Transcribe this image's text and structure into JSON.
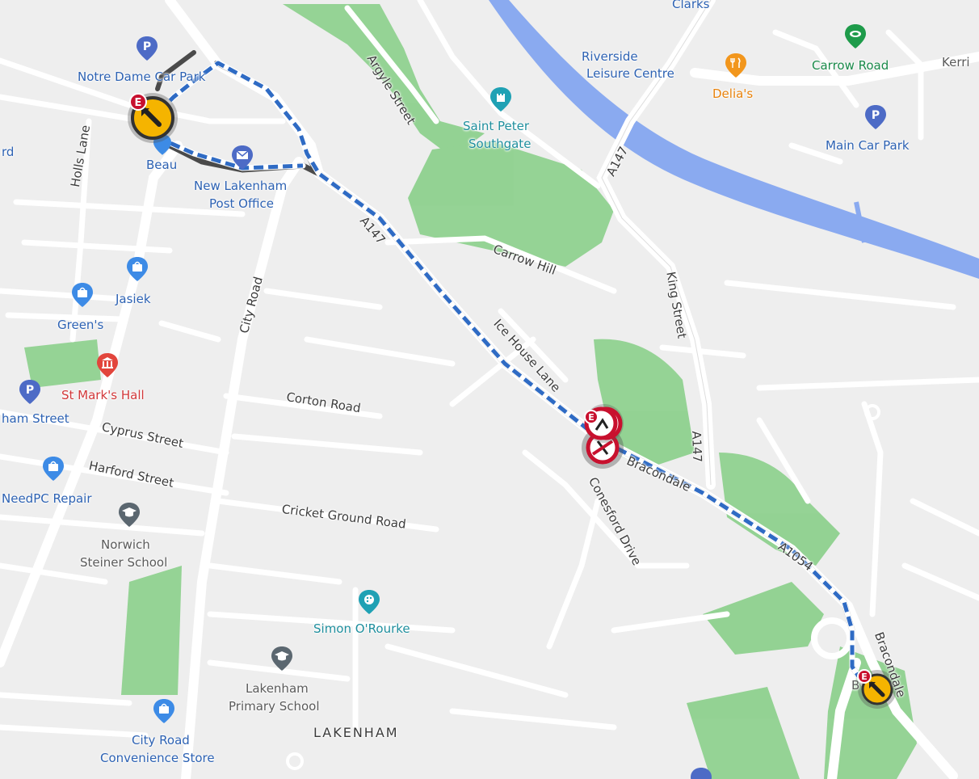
{
  "colors": {
    "land": "#eeeeee",
    "park": "#8fd18f",
    "water": "#8aaaf0",
    "road": "#ffffff",
    "route_blue": "#2f6bc4",
    "route_dark": "#4a4a4a",
    "parking": "#4d6bc6",
    "shop": "#3d8be6",
    "landmark_red": "#e2453c",
    "teal": "#1fa1b4",
    "school": "#5b6770",
    "food": "#f2961c",
    "stadium": "#1e9b4a",
    "closure_red": "#d0202a",
    "roadworks_amber": "#f5b400"
  },
  "labels": {
    "clarks": "Clarks",
    "riverside": [
      "Riverside",
      "Leisure Centre"
    ],
    "delias": "Delia's",
    "carrow_road": "Carrow Road",
    "kerri": "Kerri",
    "main_car_park": "Main Car Park",
    "saint_peter": [
      "Saint Peter",
      "Southgate"
    ],
    "notre_dame": "Notre Dame Car Park",
    "beau": "Beau",
    "post_office": [
      "New Lakenham",
      "Post Office"
    ],
    "jasiek": "Jasiek",
    "greens": "Green's",
    "st_marks": "St Mark's Hall",
    "ham_street": "ham Street",
    "needpc": "NeedPC Repair",
    "steiner": [
      "Norwich",
      "Steiner School"
    ],
    "simon": "Simon O'Rourke",
    "lakenham_primary": [
      "Lakenham",
      "Primary School"
    ],
    "lakenham_area": "LAKENHAM",
    "city_road_store": [
      "City Road",
      "Convenience Store"
    ],
    "rd_edge": "rd",
    "b_edge": "B"
  },
  "roads": {
    "argyle": "Argyle Street",
    "holls": "Holls Lane",
    "city_road": "City Road",
    "a147_north": "A147",
    "a147_mid": "A147",
    "a147_east": "A147",
    "carrow_hill": "Carrow Hill",
    "king_street": "King Street",
    "ice_house": "Ice House Lane",
    "corton": "Corton Road",
    "cyprus": "Cyprus Street",
    "harford": "Harford Street",
    "cricket": "Cricket Ground Road",
    "bracondale": "Bracondale",
    "conesford": "Conesford Drive",
    "a1054": "A1054",
    "bracondale_south": "Bracondale"
  },
  "icons": {
    "parking": "parking-icon",
    "shop": "shopping-bag-icon",
    "post": "mail-icon",
    "landmark": "landmark-icon",
    "school": "school-icon",
    "palette": "palette-icon",
    "food": "restaurant-icon",
    "stadium": "stadium-icon",
    "castle": "castle-icon",
    "roadworks": "roadworks-icon",
    "closure": "road-closure-icon"
  },
  "marker_badge": "E"
}
